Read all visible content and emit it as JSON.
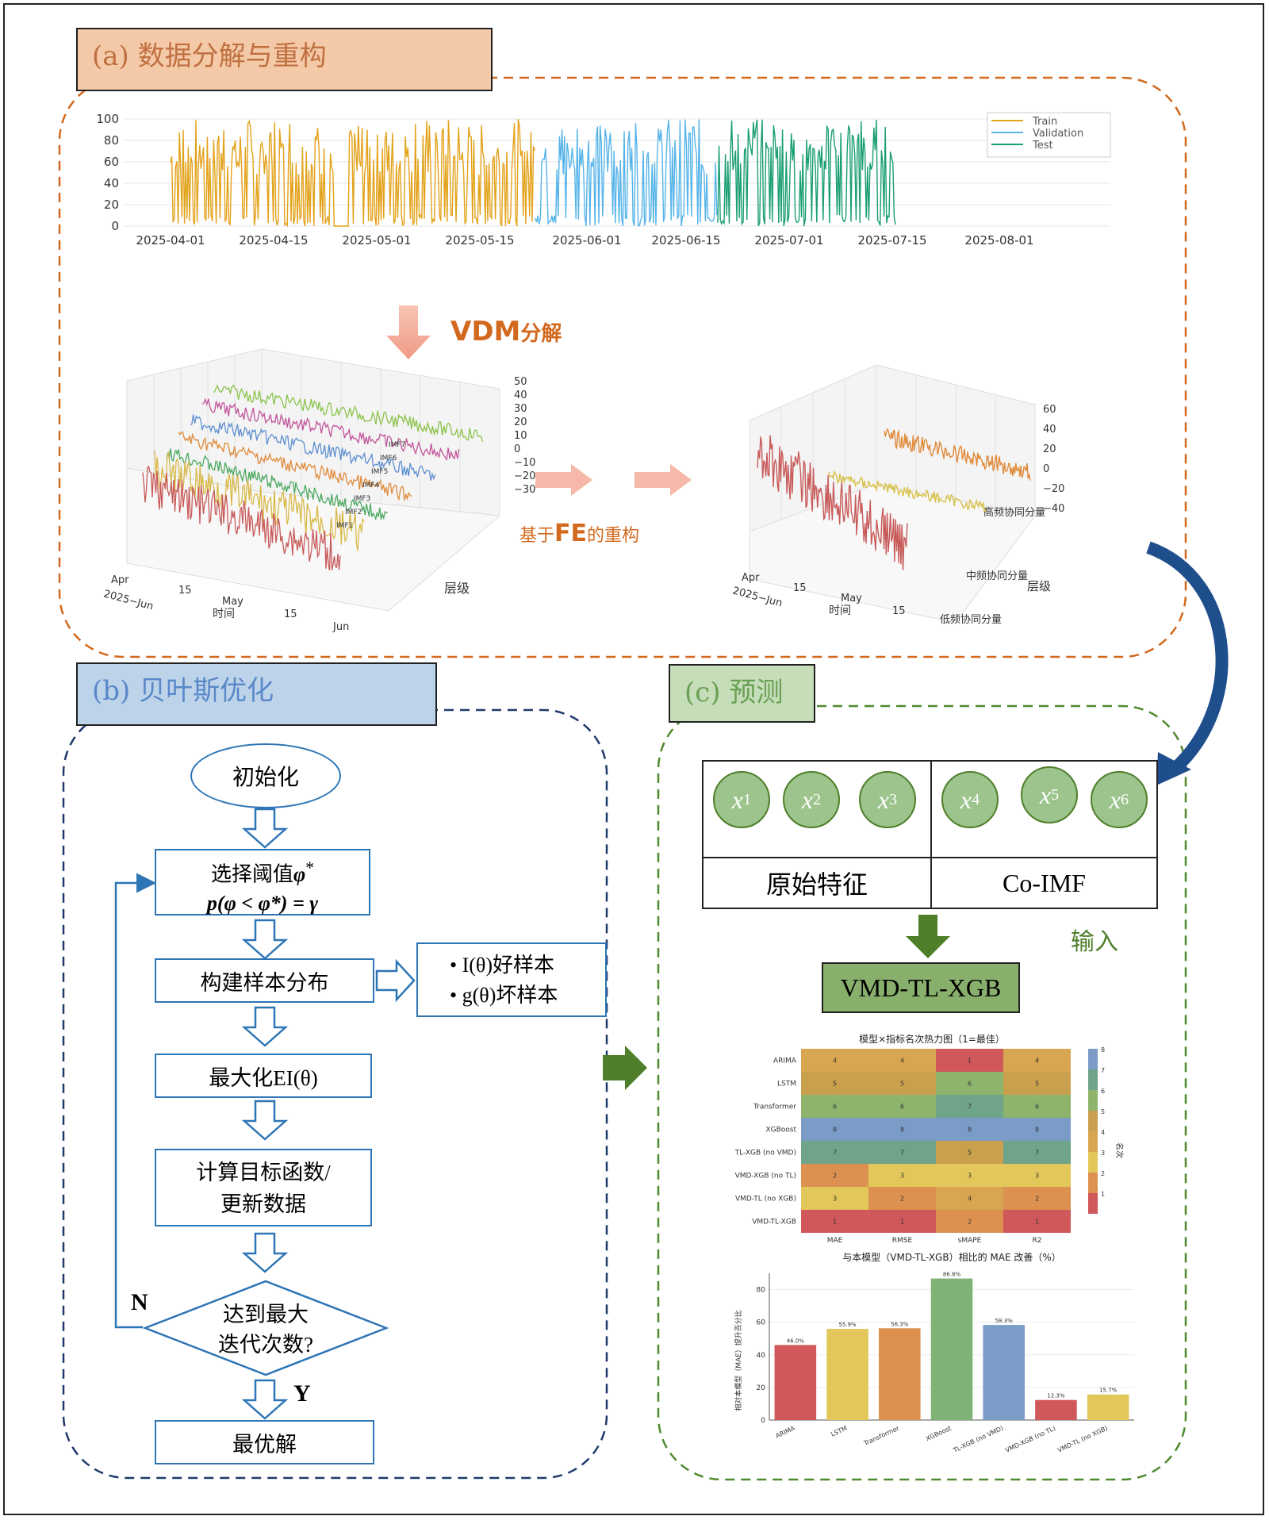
{
  "sections": {
    "a": "(a) 数据分解与重构",
    "b": "(b) 贝叶斯优化",
    "c": "(c) 预测"
  },
  "timeseries": {
    "y_ticks": [
      "100",
      "80",
      "60",
      "40",
      "20",
      "0"
    ],
    "x_ticks": [
      "2025-04-01",
      "2025-04-15",
      "2025-05-01",
      "2025-05-15",
      "2025-06-01",
      "2025-06-15",
      "2025-07-01",
      "2025-07-15",
      "2025-08-01"
    ],
    "legend": [
      "Train",
      "Validation",
      "Test"
    ],
    "colors": {
      "train": "#E3A21A",
      "validation": "#56B4E9",
      "test": "#1A9E74"
    }
  },
  "arrows": {
    "vdm": "VDM",
    "vdm_suffix": "分解",
    "fe_prefix": "基于",
    "fe": "FE",
    "fe_suffix": "的重构"
  },
  "plot3d_left": {
    "z_ticks": [
      "50",
      "40",
      "30",
      "20",
      "10",
      "0",
      "−10",
      "−20",
      "−30"
    ],
    "levels": [
      "IMF7",
      "IMF6",
      "IMF5",
      "IMF4",
      "IMF3",
      "IMF2",
      "IMF1"
    ],
    "level_label": "层级",
    "x_ticks": [
      "Apr\n2025−Jun",
      "15",
      "May",
      "15",
      "Jun"
    ],
    "x_label": "时间"
  },
  "plot3d_right": {
    "z_ticks": [
      "60",
      "40",
      "20",
      "0",
      "−20",
      "−40"
    ],
    "levels": [
      "高频协同分量",
      "中频协同分量",
      "低频协同分量"
    ],
    "level_label": "层级",
    "x_label": "时间"
  },
  "flow": {
    "init": "初始化",
    "step1_line1": "选择阈值",
    "step1_line2": "p(φ < φ*) = γ",
    "step2": "构建样本分布",
    "side1": "• I(θ)好样本",
    "side2": "• g(θ)坏样本",
    "step3": "最大化EI(θ)",
    "step4_line1": "计算目标函数/",
    "step4_line2": "更新数据",
    "decision_line1": "达到最大",
    "decision_line2": "迭代次数?",
    "no": "N",
    "yes": "Y",
    "final": "最优解"
  },
  "predict": {
    "features": [
      "x1",
      "x2",
      "x3",
      "x4",
      "x5",
      "x6"
    ],
    "group1": "原始特征",
    "group2": "Co-IMF",
    "input_label": "输入",
    "model": "VMD-TL-XGB"
  },
  "chart_data": [
    {
      "type": "heatmap",
      "title": "模型×指标名次热力图（1=最佳）",
      "rows": [
        "ARIMA",
        "LSTM",
        "Transformer",
        "XGBoost",
        "TL-XGB (no VMD)",
        "VMD-XGB (no TL)",
        "VMD-TL (no XGB)",
        "VMD-TL-XGB"
      ],
      "columns": [
        "MAE",
        "RMSE",
        "sMAPE",
        "R2"
      ],
      "values": [
        [
          4,
          4,
          1,
          4
        ],
        [
          5,
          5,
          6,
          5
        ],
        [
          6,
          6,
          7,
          6
        ],
        [
          8,
          8,
          8,
          8
        ],
        [
          7,
          7,
          5,
          7
        ],
        [
          2,
          3,
          3,
          3
        ],
        [
          3,
          2,
          4,
          2
        ],
        [
          1,
          1,
          2,
          1
        ]
      ],
      "colorbar_label": "名次",
      "colorbar_ticks": [
        1,
        2,
        3,
        4,
        5,
        6,
        7,
        8
      ]
    },
    {
      "type": "bar",
      "title": "与本模型（VMD-TL-XGB）相比的 MAE 改善（%）",
      "ylabel": "相对本模型（MAE）提升百分比",
      "categories": [
        "ARIMA",
        "LSTM",
        "Transformer",
        "XGBoost",
        "TL-XGB (no VMD)",
        "VMD-XGB (no TL)",
        "VMD-TL (no XGB)"
      ],
      "values": [
        46.0,
        55.9,
        56.3,
        86.8,
        58.3,
        12.3,
        15.7
      ],
      "labels": [
        "46.0%",
        "55.9%",
        "56.3%",
        "86.8%",
        "58.3%",
        "12.3%",
        "15.7%"
      ],
      "y_ticks": [
        0,
        20,
        40,
        60,
        80
      ],
      "ylim": [
        0,
        90
      ],
      "colors": [
        "#D0575A",
        "#E3C75A",
        "#DC9150",
        "#7FB376",
        "#7A9CC7",
        "#D0575A",
        "#E3C75A"
      ]
    }
  ]
}
